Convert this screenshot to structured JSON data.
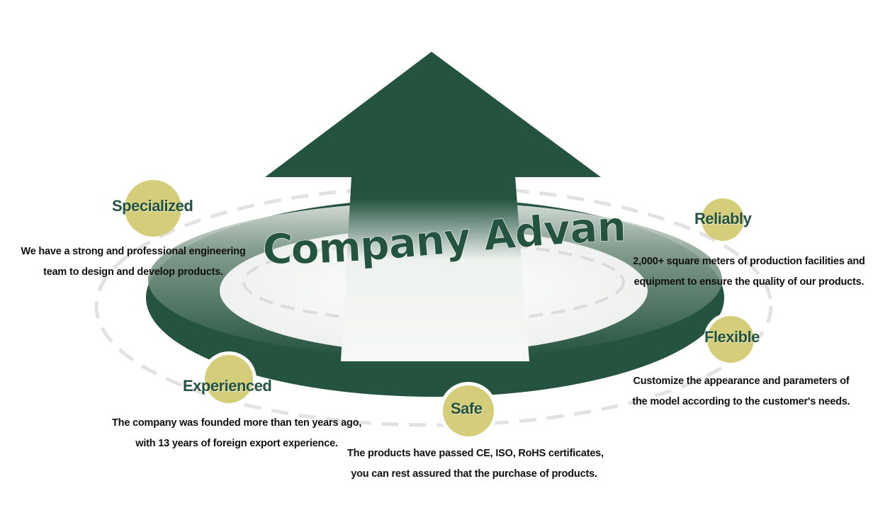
{
  "headline": "Company Advantage",
  "colors": {
    "primary_green": "#24533f",
    "bubble_gold": "#d4cd7a",
    "text": "#111111"
  },
  "advantages": [
    {
      "title": "Specialized",
      "lines": [
        "We have a strong and professional engineering",
        "team to design and develop products."
      ]
    },
    {
      "title": "Reliably",
      "lines": [
        "2,000+ square meters of production facilities and",
        "equipment to ensure the quality of our products."
      ]
    },
    {
      "title": "Flexible",
      "lines": [
        "Customize the appearance and parameters of",
        "the model according to the customer's needs."
      ]
    },
    {
      "title": "Experienced",
      "lines": [
        "The company was founded more than ten years ago,",
        "with 13 years of foreign export experience."
      ]
    },
    {
      "title": "Safe",
      "lines": [
        "The products have passed CE, ISO, RoHS certificates,",
        "you can rest assured that the purchase of products."
      ]
    }
  ]
}
